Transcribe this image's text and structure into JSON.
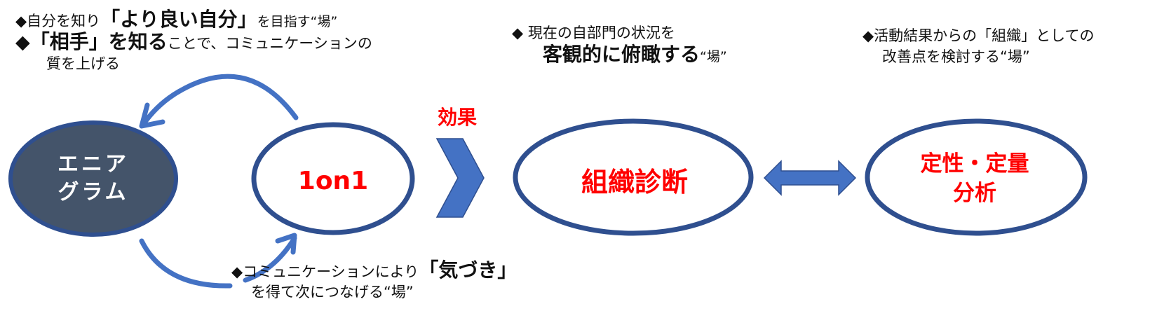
{
  "notes": {
    "enneagram_purpose": {
      "line1_prefix": "◆自分を知り",
      "line1_emph": "「より良い自分」",
      "line1_suffix": "を目指す“場”",
      "line2_prefix": "◆",
      "line2_emph": "「相手」を知る",
      "line2_suffix": "ことで、コミュニケーションの",
      "line3": "質を上げる"
    },
    "one_on_one_purpose": {
      "line1_prefix": "◆コミュニケーションにより",
      "line1_emph": "「気づき」",
      "line2": "を得て次につなげる“場”"
    },
    "diagnosis_purpose": {
      "line1": "◆  現在の自部門の状況を",
      "line2_emph": "客観的に俯瞰する",
      "line2_suffix": "“場”"
    },
    "analysis_purpose": {
      "line1": "◆活動結果からの「組織」としての",
      "line2": "改善点を検討する“場”"
    }
  },
  "nodes": {
    "enneagram": {
      "line1": "エニア",
      "line2": "グラム"
    },
    "one_on_one": {
      "label": "1on1"
    },
    "diagnosis": {
      "label": "組織診断"
    },
    "analysis": {
      "line1": "定性・定量",
      "line2": "分析"
    }
  },
  "effect_label": "効果",
  "colors": {
    "blue": "#4472c4",
    "outline": "#2f4f8f",
    "dark_fill": "#44546a",
    "red": "#ff0000"
  }
}
